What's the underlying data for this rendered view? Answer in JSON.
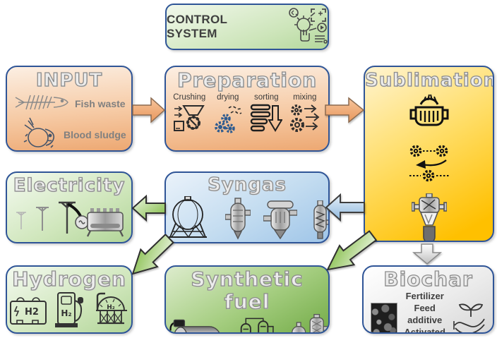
{
  "control": {
    "title": "CONTROL SYSTEM"
  },
  "boxes": {
    "input": {
      "title": "INPUT",
      "items": [
        "Fish waste",
        "Blood sludge"
      ]
    },
    "preparation": {
      "title": "Preparation",
      "steps": [
        "Crushing",
        "drying",
        "sorting",
        "mixing"
      ]
    },
    "sublimation": {
      "title": "Sublimation"
    },
    "electricity": {
      "title": "Electricity"
    },
    "syngas": {
      "title": "Syngas"
    },
    "hydrogen": {
      "title": "Hydrogen",
      "icon_labels": [
        "H2",
        "H₂",
        "H₂"
      ]
    },
    "synthetic_fuel": {
      "title": "Synthetic fuel"
    },
    "biochar": {
      "title": "Biochar",
      "uses": [
        "Fertilizer",
        "Feed additive",
        "Activated carbon"
      ]
    }
  },
  "flows": [
    {
      "from": "INPUT",
      "to": "Preparation",
      "color": "#EFA873"
    },
    {
      "from": "Preparation",
      "to": "Sublimation",
      "color": "#EFA873"
    },
    {
      "from": "Sublimation",
      "to": "Syngas",
      "color": "#9DC3E6"
    },
    {
      "from": "Syngas",
      "to": "Electricity",
      "color": "#A9D18E"
    },
    {
      "from": "Syngas",
      "to": "Hydrogen",
      "color": "#A9D18E"
    },
    {
      "from": "Sublimation",
      "to": "Synthetic fuel",
      "color": "#A9D18E"
    },
    {
      "from": "Sublimation",
      "to": "Biochar",
      "color": "#D9D9D9"
    }
  ],
  "colors": {
    "box_border": "#2F5597",
    "input_fill": "#F4B183",
    "sublimation_fill": "#FFC000",
    "green_fill": "#A9D18E",
    "syngas_fill": "#9DC3E6",
    "synthetic_fuel_fill": "#70AD47",
    "biochar_fill": "#D9D9D9"
  }
}
